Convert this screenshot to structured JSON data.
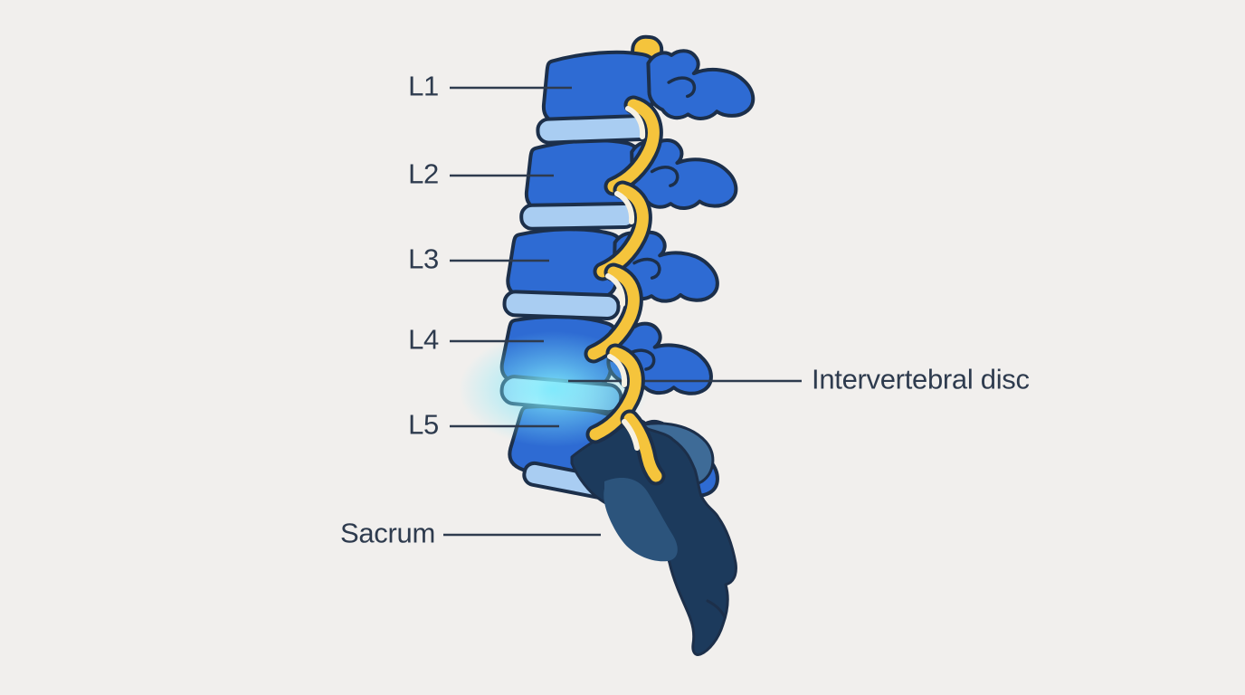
{
  "labels": {
    "l1": "L1",
    "l2": "L2",
    "l3": "L3",
    "l4": "L4",
    "l5": "L5",
    "sacrum": "Sacrum",
    "disc": "Intervertebral disc"
  },
  "colors": {
    "background": "#f1efed",
    "vertebra": "#2e6bd3",
    "outline": "#1c2f4a",
    "disc": "#a9cdf2",
    "disc_hot_left": "#9fd0ef",
    "disc_hot_core": "#d9f8fc",
    "disc_hot_right": "#63a9dc",
    "glow": "#7de9fc",
    "nerve": "#f5c43c",
    "nerve_sliver": "#f6f1e3",
    "sacrum_dark": "#1c3a5c",
    "sacrum_mid": "#2c547c",
    "sacrum_wing": "#3e6b97",
    "text": "#2e3b4e",
    "line": "#2e3b4e"
  }
}
